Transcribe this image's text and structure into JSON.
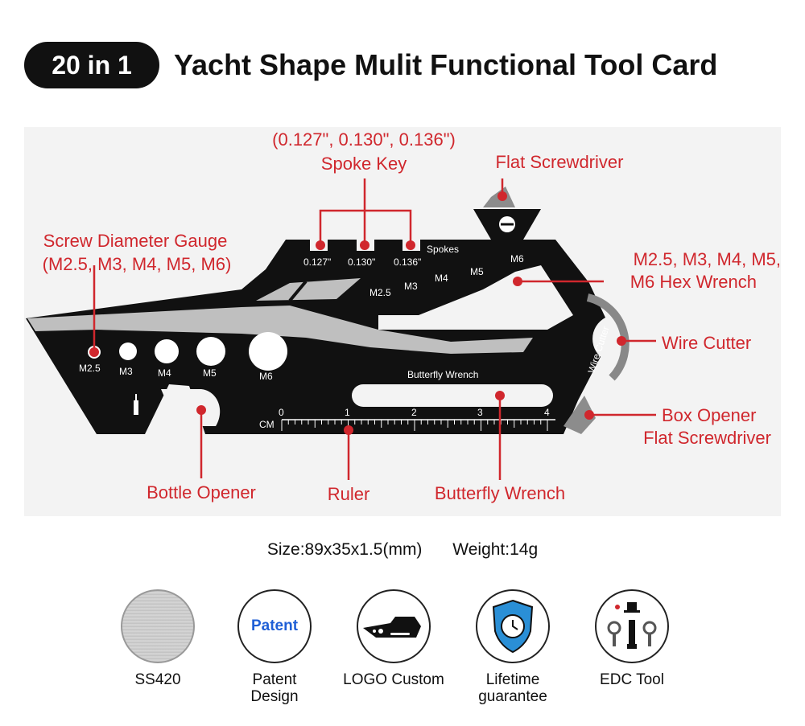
{
  "header": {
    "badge": "20 in 1",
    "title": "Yacht Shape Mulit Functional Tool Card"
  },
  "labels": {
    "spoke_sizes": "(0.127\", 0.130\", 0.136\")",
    "spoke_key": "Spoke Key",
    "flat_screwdriver": "Flat Screwdriver",
    "screw_gauge_1": "Screw Diameter Gauge",
    "screw_gauge_2": "(M2.5, M3, M4, M5, M6)",
    "hex_1": "M2.5, M3, M4, M5,",
    "hex_2": "M6 Hex Wrench",
    "wire_cutter": "Wire Cutter",
    "box_opener_1": "Box Opener",
    "box_opener_2": "Flat Screwdriver",
    "bottle_opener": "Bottle Opener",
    "ruler": "Ruler",
    "butterfly_wrench": "Butterfly Wrench"
  },
  "card": {
    "spoke_slots": [
      "0.127\"",
      "0.130\"",
      "0.136\""
    ],
    "spokes": "Spokes",
    "hex_sizes": [
      "M2.5",
      "M3",
      "M4",
      "M5",
      "M6"
    ],
    "gauge_sizes": [
      "M2.5",
      "M3",
      "M4",
      "M5",
      "M6"
    ],
    "wire_cutter": "Wire Cutter",
    "butterfly_wrench": "Butterfly Wrench",
    "ruler_unit": "CM",
    "ruler_ticks": [
      "0",
      "1",
      "2",
      "3",
      "4"
    ]
  },
  "specs": {
    "size": "Size:89x35x1.5(mm)",
    "weight": "Weight:14g"
  },
  "features": [
    {
      "label_1": "SS420",
      "label_2": "",
      "icon": "steel-texture-icon"
    },
    {
      "label_1": "Patent",
      "label_2": "Design",
      "icon": "patent-icon",
      "icon_text": "Patent"
    },
    {
      "label_1": "LOGO Custom",
      "label_2": "",
      "icon": "yacht-card-icon"
    },
    {
      "label_1": "Lifetime",
      "label_2": "guarantee",
      "icon": "shield-clock-icon"
    },
    {
      "label_1": "EDC Tool",
      "label_2": "",
      "icon": "tools-icon"
    }
  ],
  "colors": {
    "accent": "#d0272d",
    "card": "#111111",
    "panel": "#f3f3f3",
    "patent_blue": "#1f5fd6"
  }
}
